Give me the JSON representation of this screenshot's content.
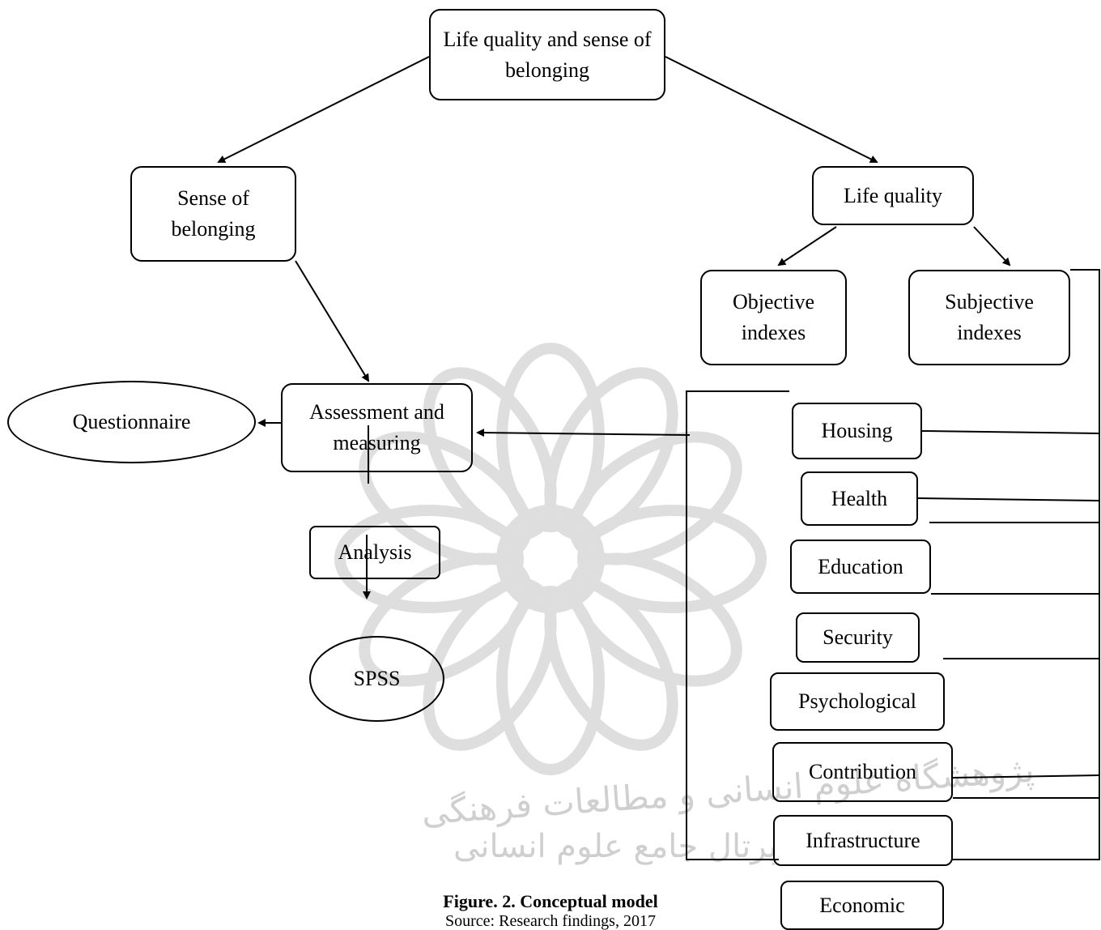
{
  "nodes": {
    "root": "Life quality and sense of belonging",
    "sense_of_belonging": "Sense of belonging",
    "life_quality": "Life quality",
    "objective_indexes": "Objective indexes",
    "subjective_indexes": "Subjective indexes",
    "assessment": "Assessment and measuring",
    "questionnaire": "Questionnaire",
    "analysis": "Analysis",
    "spss": "SPSS",
    "housing": "Housing",
    "health": "Health",
    "education": "Education",
    "security": "Security",
    "psychological": "Psychological",
    "contribution": "Contribution",
    "infrastructure": "Infrastructure",
    "economic": "Economic"
  },
  "caption": {
    "title": "Figure. 2. Conceptual model",
    "source": "Source: Research findings, 2017"
  },
  "watermark": {
    "line1": "پژوهشگاه علوم انسانی و مطالعات فرهنگی",
    "line2": "پرتال جامع علوم انسانی"
  }
}
